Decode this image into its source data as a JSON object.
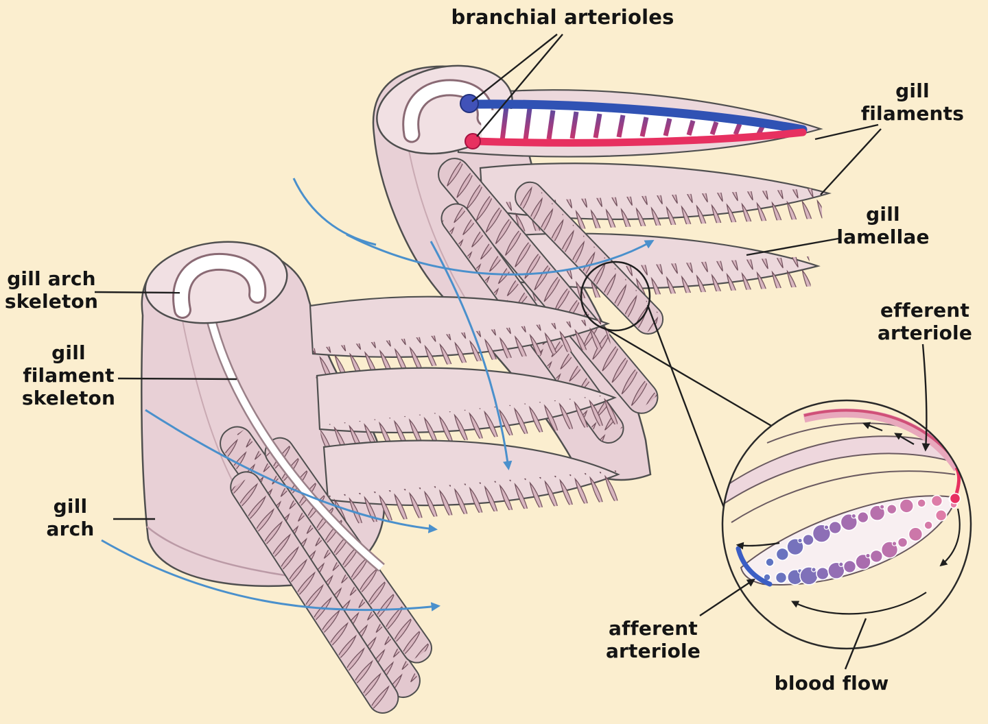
{
  "labels": {
    "branchial_arterioles": "branchial arterioles",
    "gill_filaments": "gill\nfilaments",
    "gill_lamellae": "gill\nlamellae",
    "efferent_arteriole": "efferent\narteriole",
    "gill_arch_skeleton": "gill arch\nskeleton",
    "gill_filament_skeleton": "gill\nfilament\nskeleton",
    "gill_arch": "gill\narch",
    "afferent_arteriole": "afferent\narteriole",
    "blood_flow": "blood flow"
  },
  "colors": {
    "background": "#fbeecf",
    "tissue": "#e8d0d6",
    "tissue_light": "#f1e0e3",
    "blade": "#ecd8dc",
    "diagonal": "#e3c8cf",
    "outline": "#4f4f4f",
    "pointer": "#1e1e1e",
    "label_text": "#141414",
    "bone_white": "#ffffff",
    "artery_red": "#e73060",
    "vein_blue": "#3052b4",
    "water_arrow": "#4a90cc",
    "bubble_blue": "#5f74c2",
    "bubble_mid": "#a96cae",
    "bubble_pink": "#e77fa6"
  }
}
